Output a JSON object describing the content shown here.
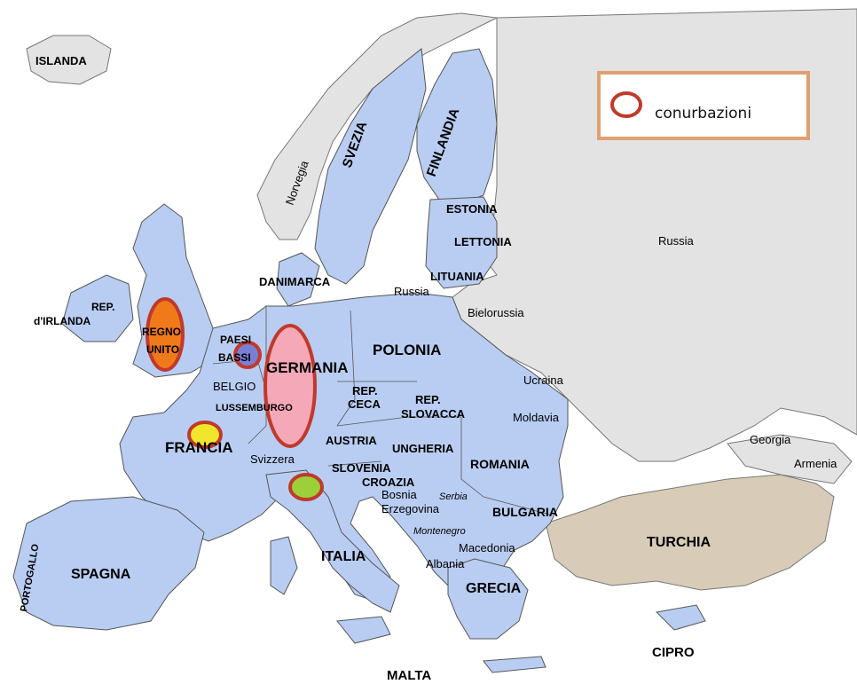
{
  "legend": {
    "label": "conurbazioni",
    "marker_color": "#c0392b",
    "border_color": "#e0a070"
  },
  "colors": {
    "eu_fill": "#b9cdf2",
    "non_eu_fill": "#e3e3e3",
    "turkey_fill": "#d8ccb8",
    "sea": "#ffffff",
    "border": "#555555",
    "conurbation_outline": "#c0392b"
  },
  "conurbations": [
    {
      "area": "uk",
      "fill": "#f07a1a"
    },
    {
      "area": "benelux",
      "fill": "#7a7fd6"
    },
    {
      "area": "germany",
      "fill": "#f5a8b8"
    },
    {
      "area": "france",
      "fill": "#f2e62c"
    },
    {
      "area": "italy",
      "fill": "#9ccf3a"
    }
  ],
  "labels": {
    "islanda": "ISLANDA",
    "norvegia": "Norvegia",
    "svezia": "SVEZIA",
    "finlandia": "FINLANDIA",
    "estonia": "ESTONIA",
    "lettonia": "LETTONIA",
    "lituania": "LITUANIA",
    "russia_big": "Russia",
    "russia_small": "Russia",
    "bielorussia": "Bielorussia",
    "ucraina": "Ucraina",
    "moldavia": "Moldavia",
    "georgia": "Georgia",
    "armenia": "Armenia",
    "turchia": "TURCHIA",
    "cipro": "CIPRO",
    "malta": "MALTA",
    "grecia": "GRECIA",
    "bulgaria": "BULGARIA",
    "romania": "ROMANIA",
    "macedonia": "Macedonia",
    "albania": "Albania",
    "montenegro": "Montenegro",
    "serbia": "Serbia",
    "bosnia": "Bosnia",
    "erzegovina": "Erzegovina",
    "croazia": "CROAZIA",
    "slovenia": "SLOVENIA",
    "ungheria": "UNGHERIA",
    "austria": "AUSTRIA",
    "rep_slovacca_1": "REP.",
    "rep_slovacca_2": "SLOVACCA",
    "rep_ceca_1": "REP.",
    "rep_ceca_2": "CECA",
    "polonia": "POLONIA",
    "germania": "GERMANIA",
    "danimarca": "DANIMARCA",
    "paesi_bassi_1": "PAESI",
    "paesi_bassi_2": "BASSI",
    "belgio": "BELGIO",
    "lussemburgo": "LUSSEMBURGO",
    "svizzera": "Svizzera",
    "italia": "ITALIA",
    "francia": "FRANCIA",
    "spagna": "SPAGNA",
    "portogallo": "PORTOGALLO",
    "regno_unito_1": "REGNO",
    "regno_unito_2": "UNITO",
    "irlanda_1": "REP.",
    "irlanda_2": "d'IRLANDA"
  }
}
